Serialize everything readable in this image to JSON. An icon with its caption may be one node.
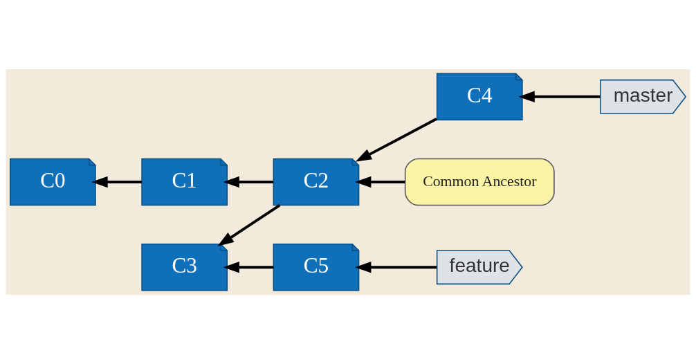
{
  "diagram": {
    "nodes": [
      {
        "text": [
          "master"
        ]
      },
      {
        "text": [
          "C0"
        ]
      },
      {
        "text": [
          "C1"
        ]
      },
      {
        "text": [
          "C2"
        ]
      },
      {
        "text": [
          "C4"
        ]
      },
      {
        "text": [
          "Common Ancestor"
        ]
      },
      {
        "text": [
          "C3"
        ]
      },
      {
        "text": [
          "C5"
        ]
      },
      {
        "text": [
          "feature"
        ]
      }
    ],
    "edges": [
      {
        "from": 0,
        "to": 4,
        "arrow": "to"
      },
      {
        "from": 4,
        "to": 3,
        "arrow": "to"
      },
      {
        "from": 3,
        "to": 2,
        "arrow": "to"
      },
      {
        "from": 2,
        "to": 1,
        "arrow": "to"
      },
      {
        "from": 5,
        "to": 3,
        "arrow": "to"
      },
      {
        "from": 3,
        "to": 6,
        "arrow": "to"
      },
      {
        "from": 7,
        "to": 6,
        "arrow": "to"
      },
      {
        "from": 8,
        "to": 7,
        "arrow": "to"
      }
    ]
  }
}
